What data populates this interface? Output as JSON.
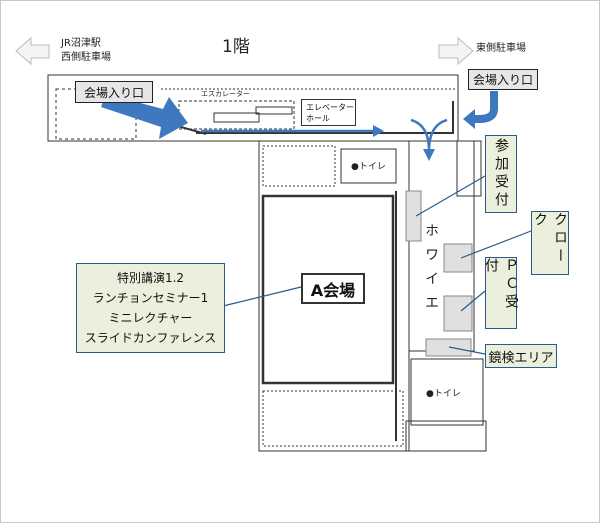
{
  "title": "1階",
  "west": {
    "line1": "JR沼津駅",
    "line2": "西側駐車場"
  },
  "east": "東側駐車場",
  "entrance_left": "会場入り口",
  "entrance_right": "会場入り口",
  "escalator": "エスカレーター",
  "elevator": {
    "line1": "エレベーター",
    "line2": "ホール"
  },
  "hall": "A会場",
  "toilet_upper": "●トイレ",
  "toilet_lower": "●トイレ",
  "foyer": "ホワイエ",
  "reception": "参加受付",
  "cloak": "クローク",
  "pc": "ＰＣ受付",
  "mirror": "鏡検エリア",
  "events": [
    "特別講演1.2",
    "ランチョンセミナー1",
    "ミニレクチャー",
    "スライドカンファレンス"
  ],
  "colors": {
    "arrow": "#3e79c0",
    "label_bg": "#eaf0dc",
    "label_border": "#2a5b8c"
  }
}
